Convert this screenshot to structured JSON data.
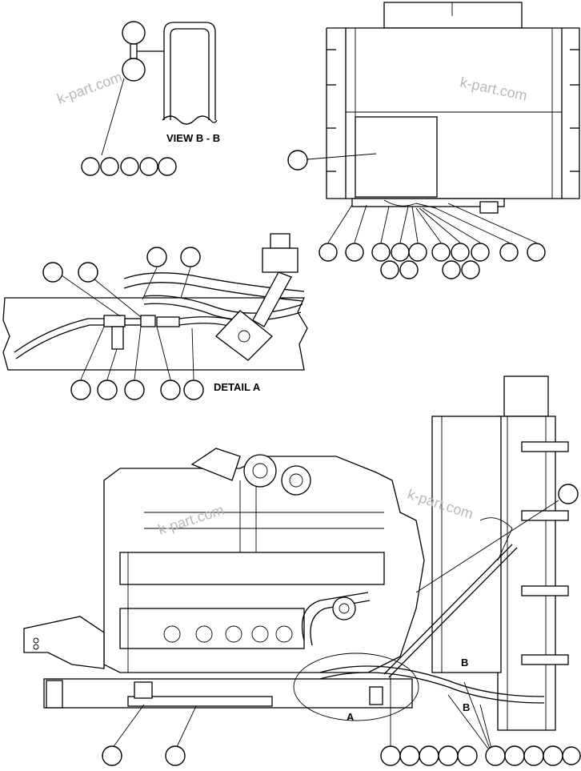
{
  "labels": {
    "view_b": "VIEW B - B",
    "detail_a": "DETAIL A",
    "marker_a": "A",
    "marker_b_upper": "B",
    "marker_b_lower": "B"
  },
  "watermarks": [
    "k-part.com",
    "k-part.com",
    "k-part.com",
    "k-part.com"
  ]
}
